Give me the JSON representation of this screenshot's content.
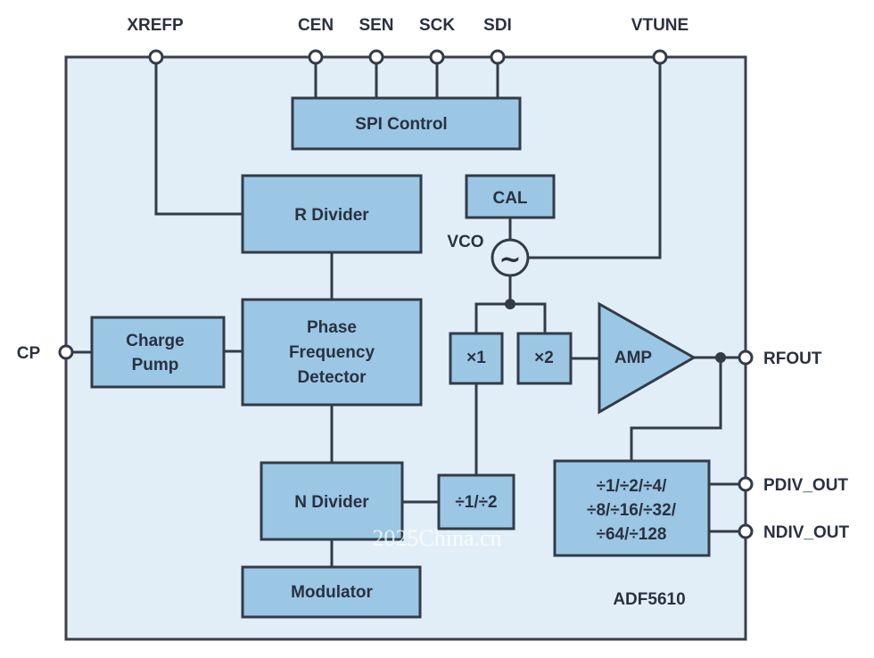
{
  "pins": {
    "xrefp": "XREFP",
    "cen": "CEN",
    "sen": "SEN",
    "sck": "SCK",
    "sdi": "SDI",
    "vtune": "VTUNE",
    "cp": "CP",
    "rfout": "RFOUT",
    "pdiv_out": "PDIV_OUT",
    "ndiv_out": "NDIV_OUT"
  },
  "blocks": {
    "spi_control": "SPI Control",
    "r_divider": "R Divider",
    "cal": "CAL",
    "vco_label": "VCO",
    "vco_symbol": "~",
    "charge_pump": [
      "Charge",
      "Pump"
    ],
    "pfd": [
      "Phase",
      "Frequency",
      "Detector"
    ],
    "x1": "×1",
    "x2": "×2",
    "amp": "AMP",
    "n_divider": "N Divider",
    "div12": "÷1/÷2",
    "out_divider": [
      "÷1/÷2/÷4/",
      "÷8/÷16/÷32/",
      "÷64/÷128"
    ],
    "modulator": "Modulator"
  },
  "part_number": "ADF5610",
  "watermark": "2025China.cn",
  "colors": {
    "chip_bg": "#e2eef7",
    "block_fill": "#9bc7e5",
    "line": "#333b48",
    "text": "#2a3140"
  }
}
